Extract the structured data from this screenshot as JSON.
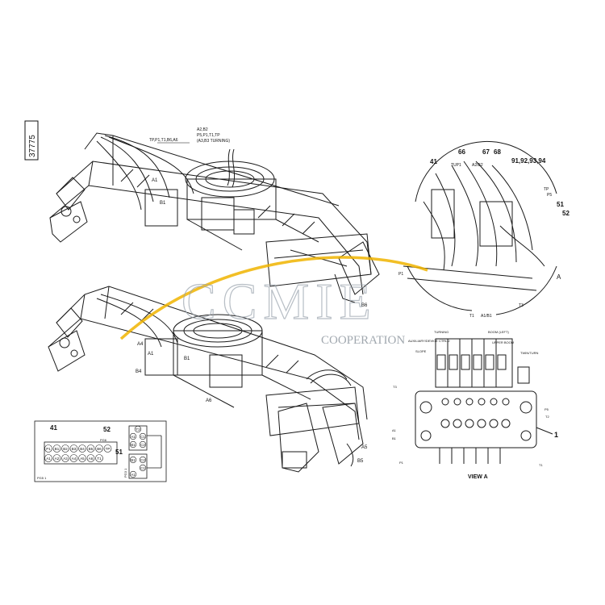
{
  "sheet_number": "37775",
  "top_assembly": {
    "label_a": "TP,P1,T1,B6,A6",
    "label_b_line1": "A2,B2",
    "label_b_line2": "P5,P1,T1,TP",
    "label_b_line3": "(A3,B3 TURNING)",
    "tag_b1": "B1",
    "tag_a1": "A1"
  },
  "bottom_assembly": {
    "tag_a4": "A4",
    "tag_b4": "B4",
    "tag_a1": "A1",
    "tag_b1": "B1",
    "tag_a6": "A6",
    "tag_a5": "A5",
    "tag_b6": "B6",
    "tag_b5": "B5"
  },
  "detail_circle": {
    "callouts": [
      "41",
      "66",
      "67",
      "68",
      "91,92,93,94",
      "51",
      "52",
      "A"
    ],
    "small_labels": [
      "TUP1",
      "A2/B2",
      "TP",
      "P5",
      "P1",
      "T1",
      "A1/B1",
      "T3"
    ]
  },
  "view_a": {
    "title": "VIEW A",
    "callout": "1",
    "function_labels": [
      "TURNING",
      "BOOM (LEFT)",
      "AUXILIARY/DEVICE CTRL 2",
      "UPPER BOOM",
      "SLOPE",
      "TWIN/TURN"
    ],
    "side_labels": [
      "T3",
      "P1",
      "T1",
      "P5",
      "T2",
      "A1",
      "B1"
    ]
  },
  "schematic": {
    "callout_41": "41",
    "callout_52": "52",
    "callout_51": "51",
    "left_block": [
      "P1",
      "B1",
      "B2",
      "B3",
      "B4",
      "B5",
      "B6",
      "TP",
      "A1",
      "A2",
      "A3",
      "A4",
      "A5",
      "A6",
      "T1"
    ],
    "right_top": [
      "T3",
      "A1",
      "C1",
      "B1",
      "C2"
    ],
    "right_bottom": [
      "B1",
      "C2",
      "C1",
      "A1"
    ],
    "side_text_top": "PG6",
    "side_text_bottom": "PG3 1",
    "footer": "PG5 1"
  },
  "watermark": {
    "brand": "CCMIE",
    "sub": "COOPERATION"
  }
}
